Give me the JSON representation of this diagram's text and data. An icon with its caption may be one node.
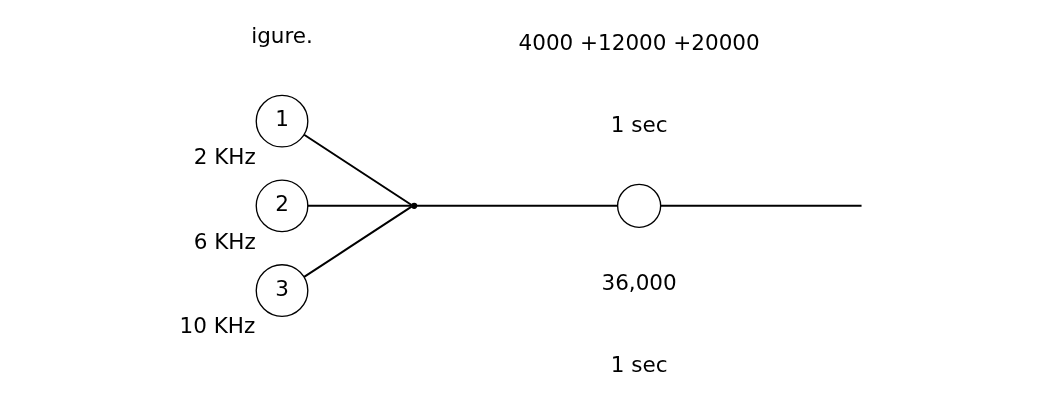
{
  "diagram": {
    "nodes": [
      {
        "text": [
          "1"
        ],
        "beside": [
          "2 KHz"
        ]
      },
      {
        "text": [
          "2"
        ],
        "beside": [
          "6 KHz"
        ]
      },
      {
        "text": [
          "3"
        ],
        "beside": [
          "10 KHz"
        ]
      },
      {
        "text": [],
        "shape": "point"
      },
      {
        "text": [],
        "shape": "circle"
      }
    ],
    "edges": [
      {
        "from": 0,
        "to": 3,
        "arrow": "none"
      },
      {
        "from": 1,
        "to": 3,
        "arrow": "none"
      },
      {
        "from": 2,
        "to": 3,
        "arrow": "none"
      },
      {
        "from": 3,
        "to": 4,
        "arrow": "none"
      },
      {
        "from": 4,
        "to": null,
        "arrow": "none"
      }
    ],
    "labels": [
      "igure.",
      "4000 +12000 +20000",
      "1 sec",
      "36,000",
      "1 sec"
    ]
  }
}
